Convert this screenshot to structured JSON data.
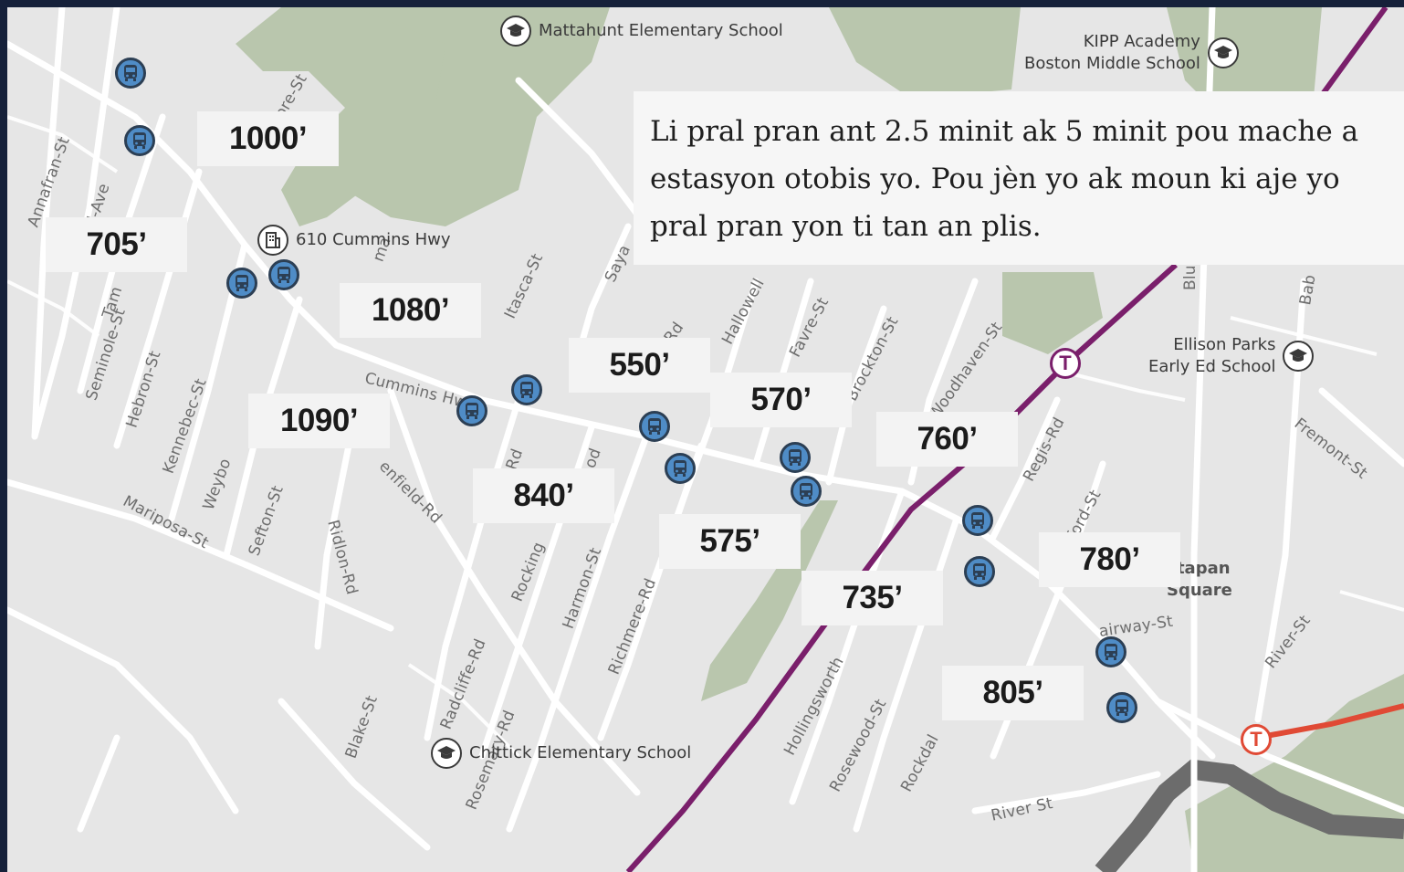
{
  "callout": {
    "line1": "Li pral pran ant 2.5 minit ak 5 minit pou mache a",
    "line2": "estasyon otobis yo. Pou jèn yo ak moun ki aje yo",
    "line3": "pral pran yon ti tan an plis."
  },
  "pois": {
    "mattahunt": "Mattahunt Elementary School",
    "kipp_line1": "KIPP Academy",
    "kipp_line2": "Boston Middle School",
    "ellison_line1": "Ellison Parks",
    "ellison_line2": "Early Ed School",
    "chittick": "Chittick Elementary School",
    "cummins610": "610 Cummins Hwy",
    "square_line1": "ttapan",
    "square_line2": "Square"
  },
  "icons": {
    "school": "graduation-cap-icon",
    "building": "building-icon",
    "bus": "bus-icon",
    "transit": "t-transit-icon"
  },
  "distances": {
    "d1000": "1000’",
    "d705": "705’",
    "d1080": "1080’",
    "d1090": "1090’",
    "d550": "550’",
    "d570": "570’",
    "d760": "760’",
    "d840": "840’",
    "d575": "575’",
    "d735": "735’",
    "d780": "780’",
    "d805": "805’"
  },
  "streets": {
    "annafran": "Annafran-St",
    "ave": "d-Ave",
    "tam": "Tam",
    "seminole": "Seminole-St",
    "hebron": "Hebron-St",
    "kennebec": "Kennebec-St",
    "weybo": "Weybo",
    "mariposa": "Mariposa-St",
    "sefton": "Sefton-St",
    "ridlon": "Ridlon-Rd",
    "enfield": "enfield-Rd",
    "cummins": "Cummins Hwy",
    "itasca": "Itasca-St",
    "saya": "Saya",
    "moore": "ore-St",
    "ma": "ma",
    "nrd": "n-Rd",
    "hallowell": "Hallowell",
    "favre": "Favre-St",
    "brockton": "Brockton-St",
    "woodhaven": "Woodhaven-St",
    "regis": "Regis-Rd",
    "ford": "ford-St",
    "blu": "Blu",
    "bab": "Bab",
    "fremont": "Fremont-St",
    "rd1": "Rd",
    "od": "od",
    "rocking": "Rocking",
    "harmon": "Harmon-St",
    "richmere": "Richmere-Rd",
    "radcliffe": "Radcliffe-Rd",
    "rosemary": "Rosemary-Rd",
    "blake": "Blake-St",
    "hollingsworth": "Hollingsworth",
    "rosewood": "Rosewood-St",
    "rockdale": "Rockdal",
    "riverst": "River St",
    "riverst2": "River-St",
    "fairway": "airway-St"
  },
  "colors": {
    "background": "#e6e6e6",
    "park": "#b9c6ad",
    "water": "#6c6c6c",
    "street": "#ffffff",
    "bus_fill": "#4f8cc6",
    "bus_border": "#2c3f54",
    "rail_purple": "#7a1f6b",
    "rail_red": "#e04a35",
    "frame": "#16213a"
  }
}
